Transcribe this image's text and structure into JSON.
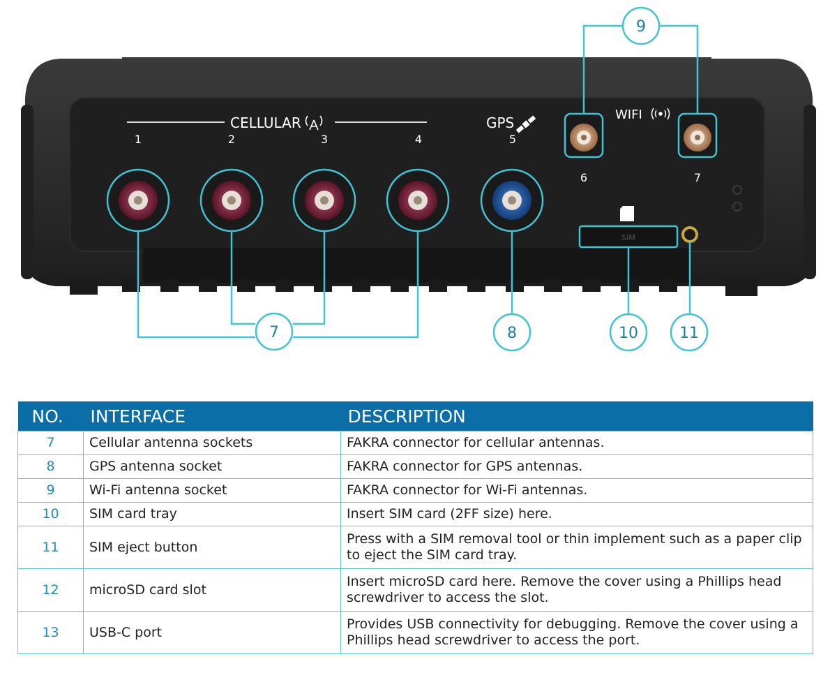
{
  "device": {
    "cellular_label": "CELLULAR",
    "gps_label": "GPS",
    "wifi_label": "WIFI",
    "sim_label": "SIM",
    "port_numbers": [
      "1",
      "2",
      "3",
      "4",
      "5",
      "6",
      "7"
    ],
    "callouts": [
      "7",
      "8",
      "9",
      "10",
      "11"
    ],
    "colors": {
      "body": "#262626",
      "panel": "#1c1c1c",
      "callout": "#3fc4d3",
      "cellular_connector": "#7a1f3a",
      "gps_connector": "#1f5aa6",
      "wifi_connector": "#c8a07a"
    }
  },
  "table": {
    "headers": [
      "NO.",
      "INTERFACE",
      "DESCRIPTION"
    ],
    "rows": [
      {
        "no": "7",
        "interface": "Cellular antenna sockets",
        "description": "FAKRA connector for cellular antennas."
      },
      {
        "no": "8",
        "interface": "GPS antenna socket",
        "description": "FAKRA connector for GPS antennas."
      },
      {
        "no": "9",
        "interface": "Wi-Fi antenna socket",
        "description": "FAKRA connector for Wi-Fi antennas."
      },
      {
        "no": "10",
        "interface": "SIM card tray",
        "description": "Insert SIM card (2FF size) here."
      },
      {
        "no": "11",
        "interface": "SIM eject button",
        "description": "Press with a SIM removal tool or thin implement such as a paper clip to eject the SIM card tray."
      },
      {
        "no": "12",
        "interface": "microSD card slot",
        "description": "Insert microSD card here. Remove the cover using a Phillips head screwdriver to access the slot."
      },
      {
        "no": "13",
        "interface": "USB-C port",
        "description": "Provides USB connectivity for debugging. Remove the cover using a Phillips head screwdriver to access the port."
      }
    ]
  }
}
